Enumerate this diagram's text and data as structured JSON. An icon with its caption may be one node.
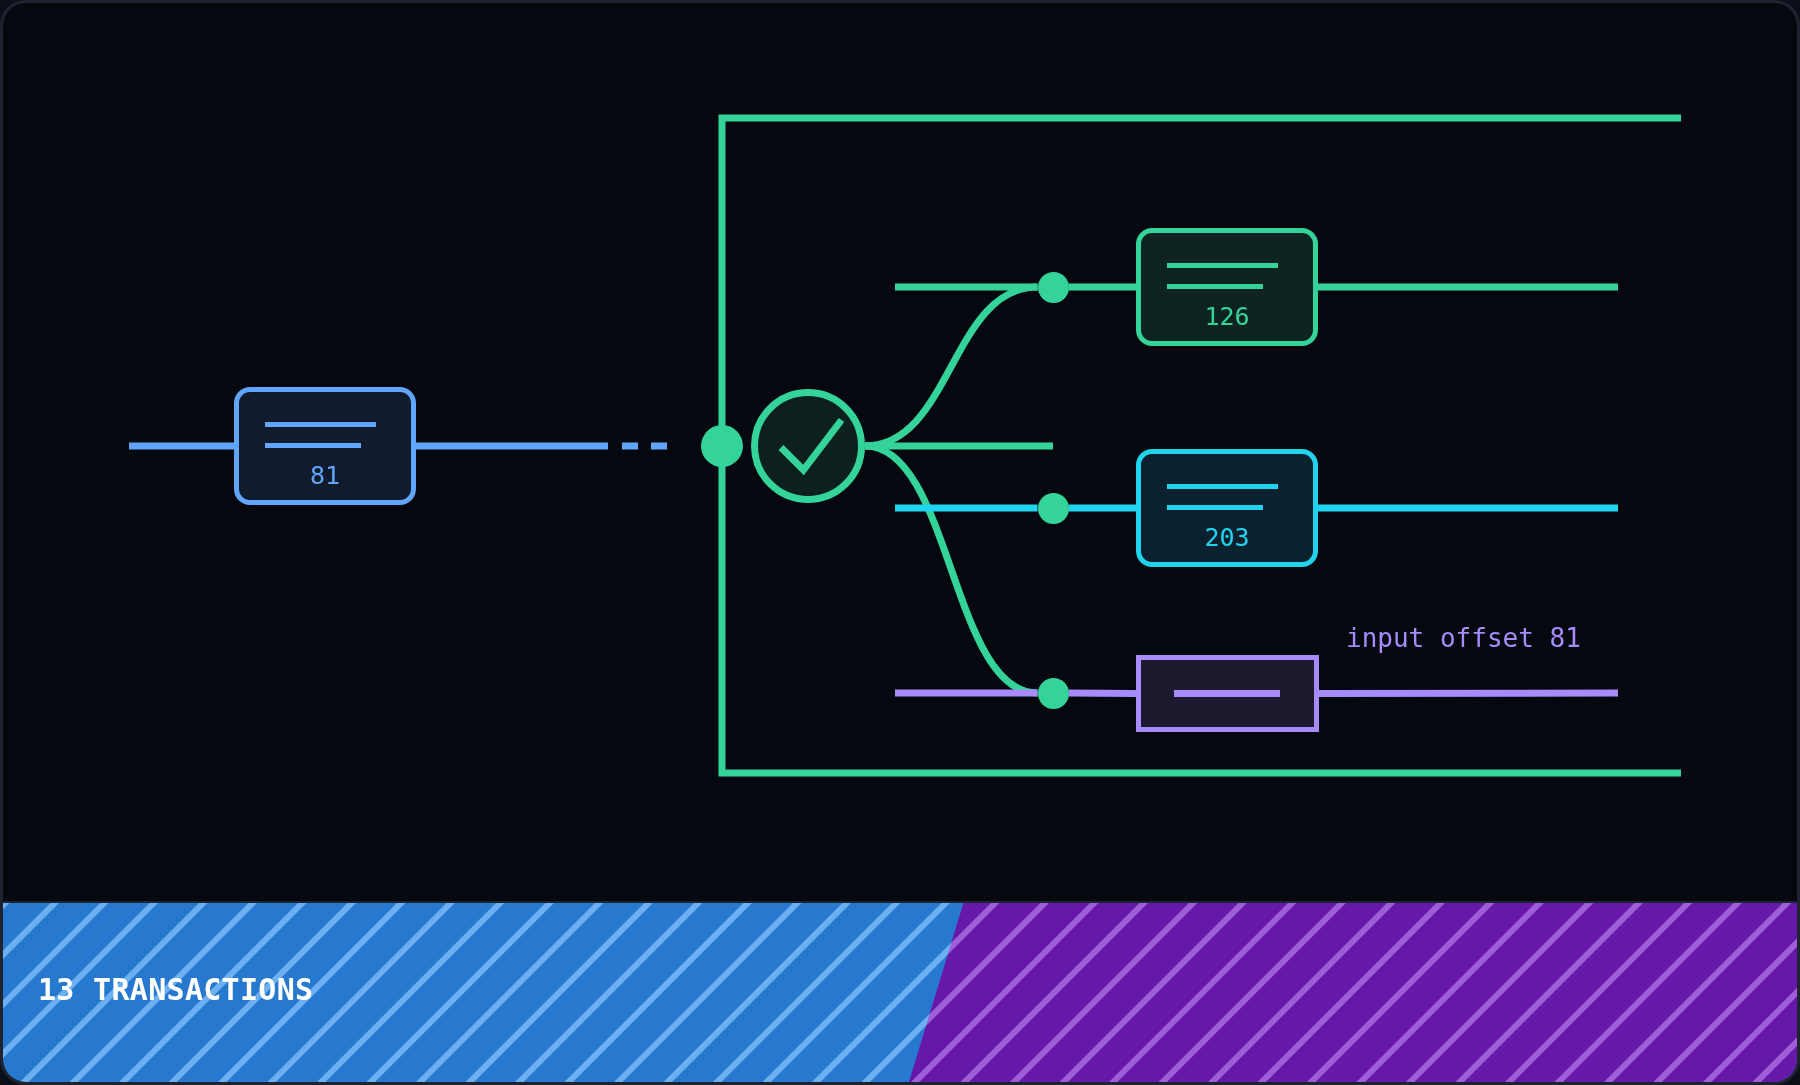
{
  "diagram": {
    "title": "13 TRANSACTIONS",
    "nodes": [
      {
        "text": [
          "81"
        ]
      },
      {
        "text": [],
        "shape": "circle"
      },
      {
        "text": [],
        "shape": "circle"
      },
      {
        "text": [],
        "shape": "circle"
      },
      {
        "text": [
          "126"
        ]
      },
      {
        "text": [],
        "shape": "circle"
      },
      {
        "text": [
          "203"
        ]
      },
      {
        "text": [],
        "shape": "circle"
      },
      {
        "text": [],
        "shape": "box",
        "beside": [
          "input offset 81"
        ]
      }
    ],
    "edges": [
      {
        "from": null,
        "to": 0,
        "arrow": "none",
        "color": "#60a5fa"
      },
      {
        "from": 0,
        "to": 1,
        "arrow": "none",
        "style": "dashed",
        "color": "#60a5fa"
      },
      {
        "from": 2,
        "to": 3,
        "arrow": "none"
      },
      {
        "from": 2,
        "to": null,
        "arrow": "none"
      },
      {
        "from": 2,
        "to": 7,
        "arrow": "none"
      },
      {
        "from": null,
        "to": 3,
        "arrow": "none"
      },
      {
        "from": 3,
        "to": 4,
        "arrow": "none"
      },
      {
        "from": 4,
        "to": null,
        "arrow": "none"
      },
      {
        "from": null,
        "to": 5,
        "arrow": "none",
        "color": "#22d3ee"
      },
      {
        "from": 5,
        "to": 6,
        "arrow": "none",
        "color": "#22d3ee"
      },
      {
        "from": 6,
        "to": null,
        "arrow": "none",
        "color": "#22d3ee"
      },
      {
        "from": null,
        "to": 7,
        "arrow": "none",
        "color": "#a78bfa"
      },
      {
        "from": 7,
        "to": 8,
        "arrow": "none",
        "color": "#a78bfa"
      },
      {
        "from": 8,
        "to": null,
        "arrow": "none",
        "color": "#a78bfa"
      }
    ]
  }
}
